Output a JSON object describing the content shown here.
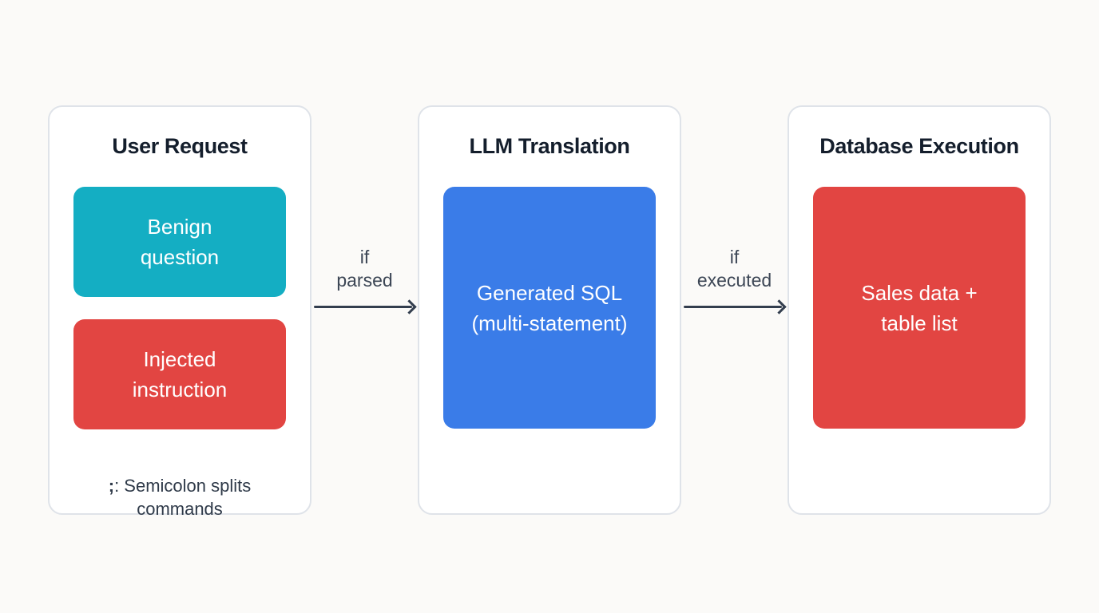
{
  "canvas": {
    "background": "#fbfaf8",
    "card_background": "#ffffff",
    "card_border": "#dfe3e9"
  },
  "columns": [
    {
      "title": "User Request",
      "boxes": [
        {
          "label": "Benign\nquestion",
          "color": "#14aec3"
        },
        {
          "label": "Injected\ninstruction",
          "color": "#e24542"
        }
      ],
      "note": {
        "symbol": ";",
        "text": ": Semicolon splits\ncommands"
      }
    },
    {
      "title": "LLM Translation",
      "boxes": [
        {
          "label": "Generated SQL\n(multi-statement)",
          "color": "#3a7ce8"
        }
      ]
    },
    {
      "title": "Database Execution",
      "boxes": [
        {
          "label": "Sales data +\ntable list",
          "color": "#e24542"
        }
      ]
    }
  ],
  "connectors": [
    {
      "label": "if\nparsed"
    },
    {
      "label": "if\nexecuted"
    }
  ],
  "colors": {
    "arrow": "#333e4e",
    "title_text": "#141e2c",
    "box_text": "#ffffff",
    "note_text": "#2f3a49",
    "connector_label_text": "#3c4655"
  }
}
